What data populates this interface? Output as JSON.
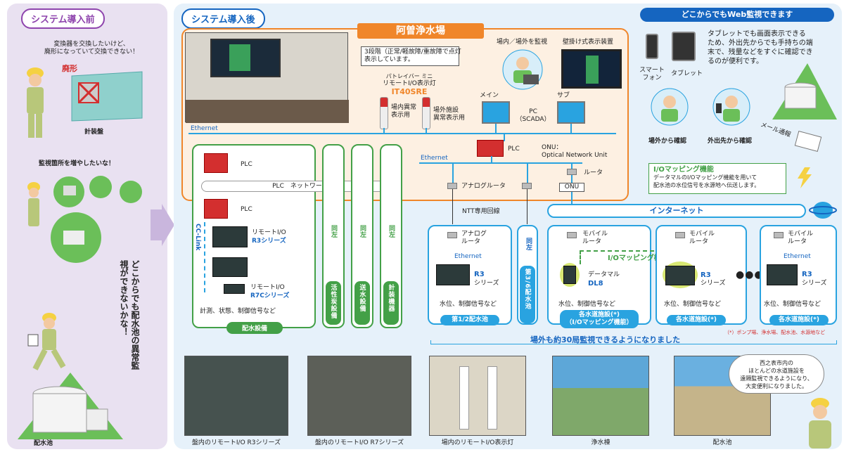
{
  "left": {
    "title": "システム導入前",
    "quote1": [
      "変換器を交換したいけど、",
      "廃形になっていて交換できない！"
    ],
    "discontinued": "廃形",
    "panel_label": "計装盤",
    "quote2": "監視箇所を増やしたいな！",
    "quote3": "どこからでも配水池の異常監視ができないかな！",
    "bottom_label": "配水池"
  },
  "right": {
    "title": "システム導入後",
    "plant_name": "阿曽浄水場",
    "callout": [
      "3段階（正常/軽故障/重故障で点灯",
      "表示しています。"
    ],
    "tower_brand": "パトレイバー ミニ",
    "tower_name": "リモートI/O表示灯",
    "tower_model": "IT40SRE",
    "tower1_label": [
      "場内異常",
      "表示用"
    ],
    "tower2_label": [
      "場外施設",
      "異常表示用"
    ],
    "monitor_label": "場内／場外を監視",
    "wall_label": "壁掛け式表示装置",
    "pc_main": "メイン",
    "pc_sub": "サブ",
    "pc_label": [
      "PC",
      "（SCADA）"
    ],
    "ethernet": "Ethernet",
    "plc": "PLC",
    "onu_desc": [
      "ONU：",
      "Optical Network Unit"
    ],
    "router": "ルータ",
    "onu": "ONU",
    "plc_network": "PLC　ネットワーク",
    "cclink": "CC-Link",
    "remote_io": "リモートI/O",
    "r3_series": "R3シリーズ",
    "r7c_series": "R7Cシリーズ",
    "signals": "計測、状態、制御信号など",
    "dist_equipment": "配水設備",
    "same": "同左",
    "col_labels": [
      "活性炭設備",
      "送水設備",
      "計装機器"
    ],
    "analog_router": "アナログルータ",
    "ntt": "NTT専用回線",
    "internet": "インターネット",
    "mapping_title": "I/Oマッピング機能",
    "mapping_desc": [
      "データマルのI/Oマッピング機能を用いて",
      "配水池の水位信号を水源地へ伝送します。"
    ],
    "mapping_label": "I/Oマッピング機能",
    "mobile_router": [
      "モバイル",
      "ルータ"
    ],
    "analog_router2": [
      "アナログ",
      "ルータ"
    ],
    "r3": "R3",
    "series": "シリーズ",
    "datamaru": "データマル",
    "dl8": "DL8",
    "water_signals": "水位、制御信号など",
    "site1": "第1/2配水池",
    "site2": "第3/6配水池",
    "site3": [
      "各水道施設(*)",
      "（I/Oマッピング機能）"
    ],
    "site4": "各水道施設(*)",
    "site5": "各水道施設(*)",
    "footnote": "（*）ポンプ場、浄水場、配水池、水源地など",
    "thirty": "場外も約30局監視できるようになりました",
    "web_title": "どこからでもWeb監視できます",
    "smartphone": [
      "スマート",
      "フォン"
    ],
    "tablet": "タブレット",
    "web_desc": [
      "タブレットでも画面表示できる",
      "ため、外出先からでも手持ちの端",
      "末で、残量などをすぐに確認でき",
      "るのが便利です。"
    ],
    "check_site": "場外から確認",
    "check_out": "外出先から確認",
    "mail": "メール通報",
    "photos": [
      "盤内のリモートI/O R3シリーズ",
      "盤内のリモートI/O R7シリーズ",
      "場内のリモートI/O表示灯",
      "浄水棟",
      "配水池"
    ],
    "speech": [
      "西之表市内の",
      "ほとんどの水道施設を",
      "遠隔監視できるようになり、",
      "大変便利になりました。"
    ],
    "dots": "●●●"
  }
}
